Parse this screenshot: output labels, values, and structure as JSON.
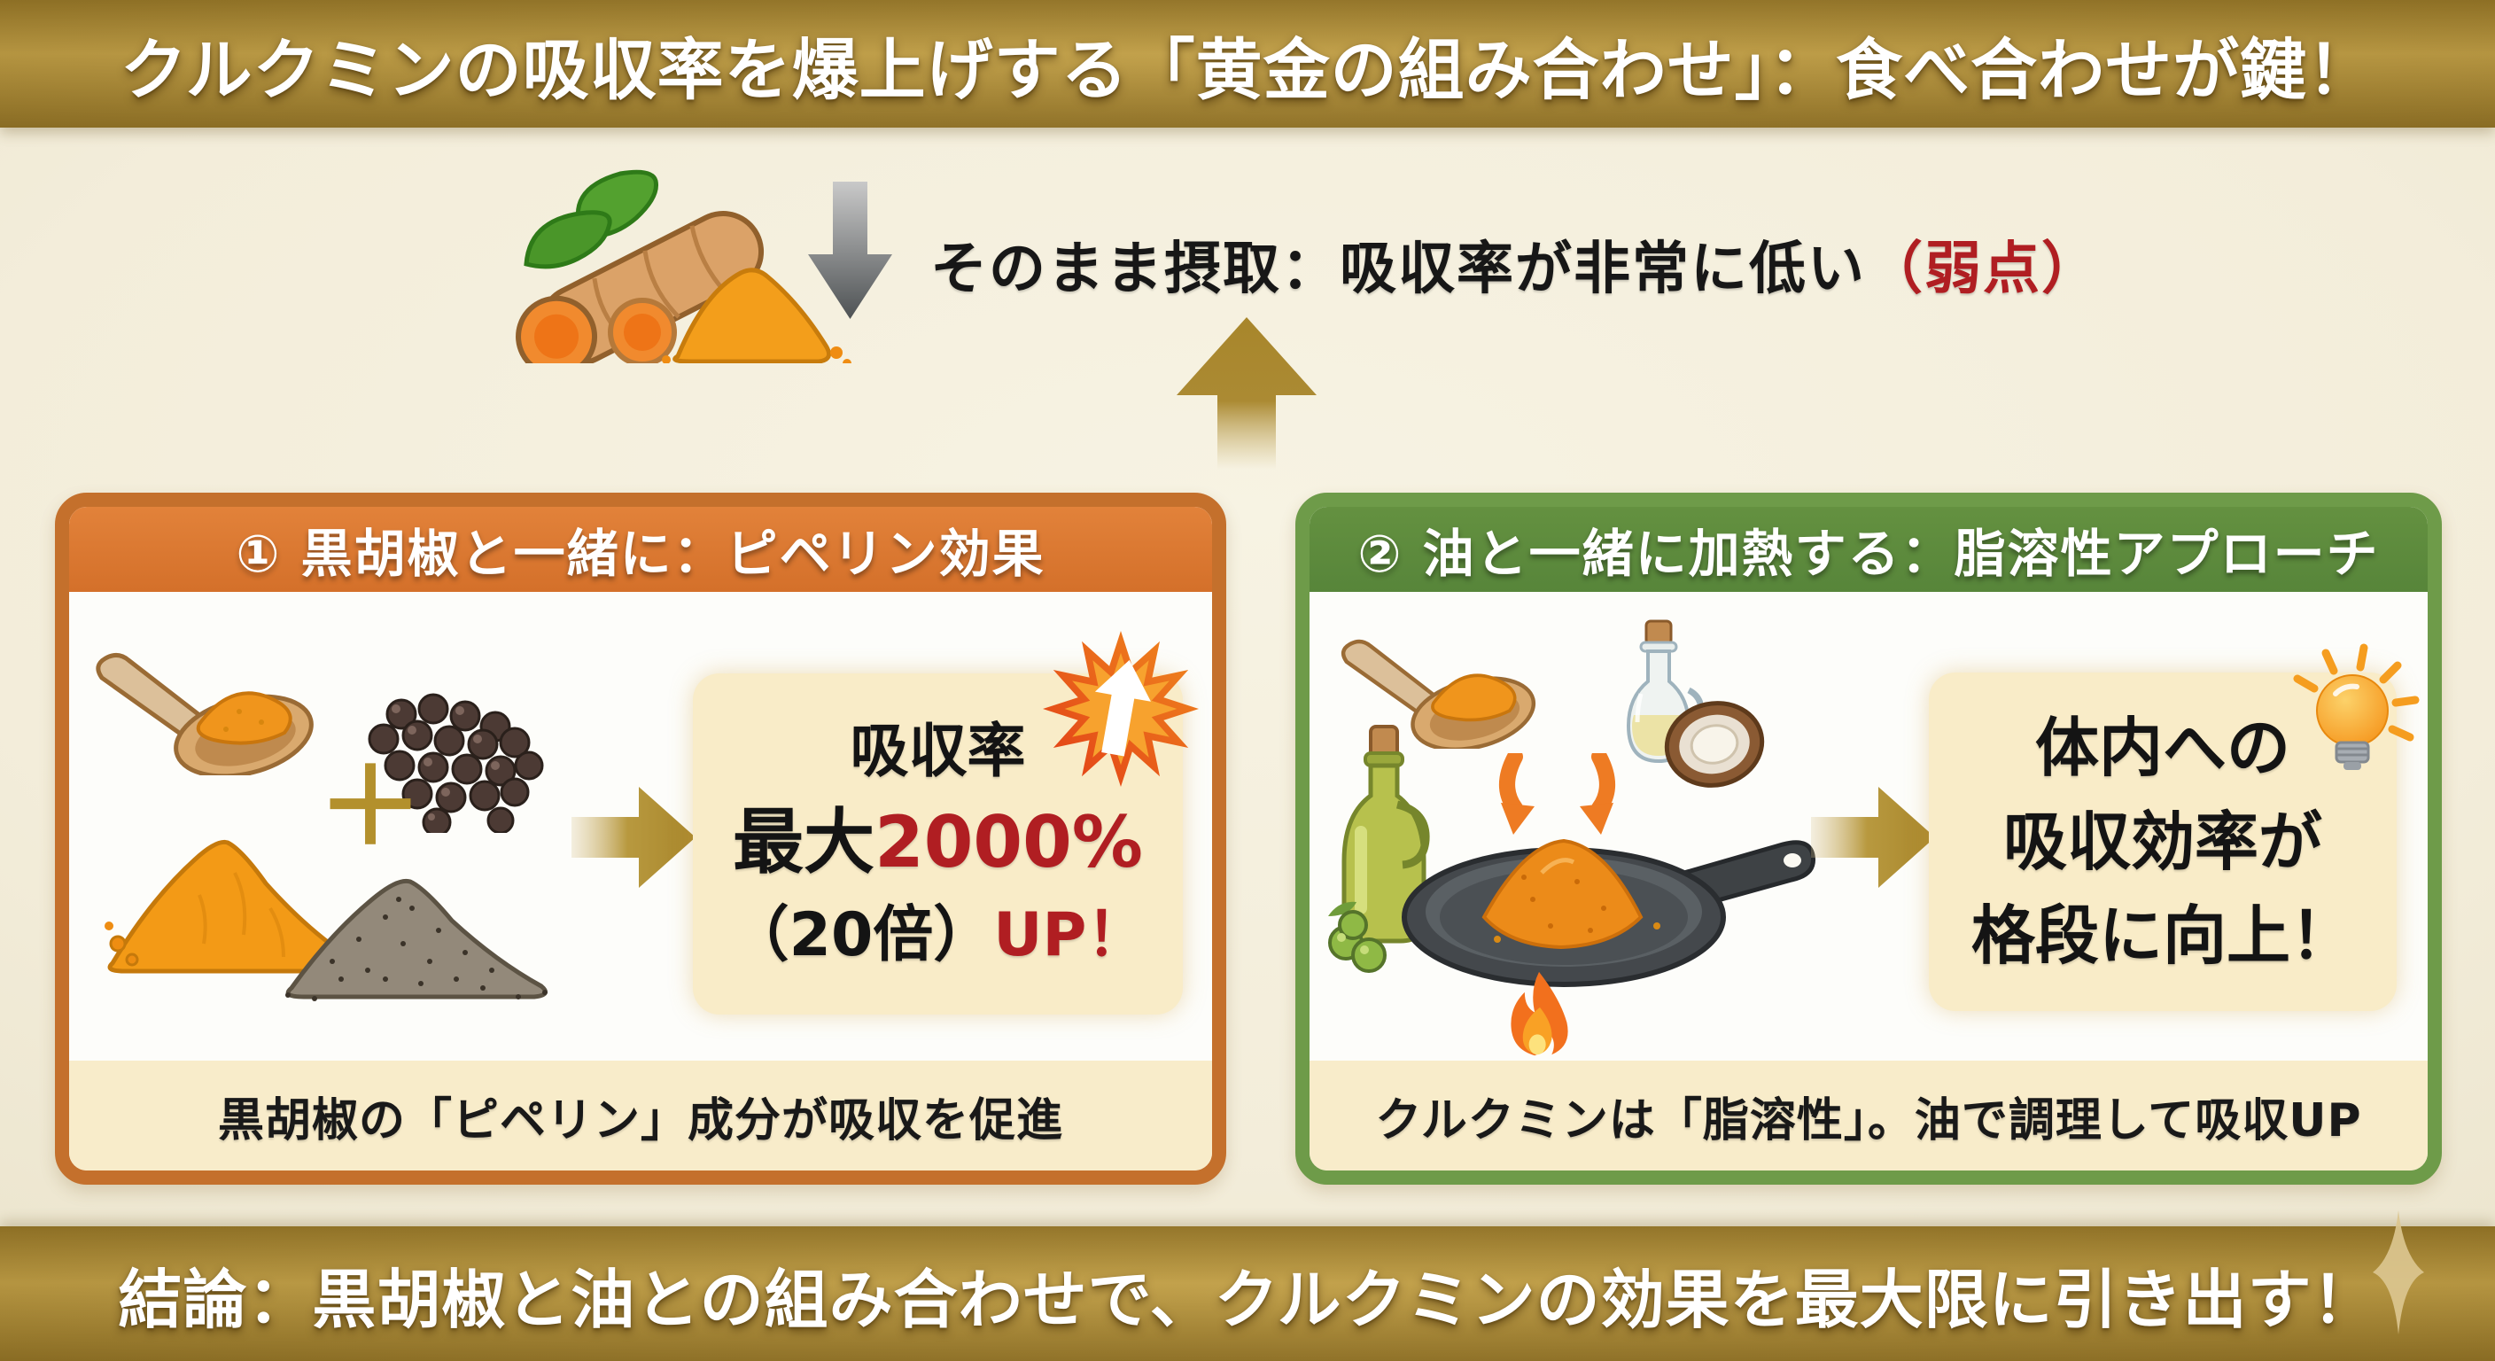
{
  "title": "クルクミンの吸収率を爆上げする「黄金の組み合わせ」：食べ合わせが鍵！",
  "intro": {
    "label": "そのまま摂取：吸収率が非常に低い",
    "weakness": "（弱点）"
  },
  "panels": {
    "pepper": {
      "header": "① 黒胡椒と一緒に：ピペリン効果",
      "plus": "＋",
      "result": {
        "line1": "吸収率",
        "line2_black": "最大",
        "line2_red": "2000%",
        "line3_black": "（20倍）",
        "line3_red": "UP！"
      },
      "caption": "黒胡椒の「ピペリン」成分が吸収を促進"
    },
    "oil": {
      "header": "② 油と一緒に加熱する：脂溶性アプローチ",
      "result": {
        "line1": "体内への",
        "line2": "吸収効率が",
        "line3": "格段に向上！"
      },
      "caption": "クルクミンは「脂溶性」。油で調理して吸収UP"
    }
  },
  "footer": {
    "conclusion": "結論：黒胡椒と油との組み合わせで、クルクミンの効果を最大限に引き出す！"
  },
  "colors": {
    "banner_gold": "#a8862e",
    "banner_gold_dark": "#7c5f1a",
    "pepper_accent": "#d8772e",
    "pepper_border": "#c4702c",
    "oil_accent": "#5d8b3e",
    "oil_border": "#6e9b49",
    "background_cream": "#f4efde",
    "card_cream": "#f9ecc8",
    "caption_cream": "#f8ecca",
    "highlight_red": "#b01e22",
    "text_black": "#1a1a1a",
    "text_white": "#ffffff",
    "arrow_gray": "#5a5e61",
    "arrow_gold": "#a8862b"
  },
  "icons": {
    "turmeric-illustration-icon": "turmeric root, leaves, slice and powder pile",
    "down-arrow-icon": "gray arrow pointing down",
    "up-arrow-icon": "gold arrow pointing up",
    "spoon-turmeric-icon": "wooden spoon of turmeric powder",
    "peppercorns-icon": "whole black peppercorns",
    "turmeric-pile-icon": "pile of turmeric powder",
    "pepper-pile-icon": "pile of ground black pepper",
    "plus-icon": "gold plus sign",
    "right-arrow-icon": "gold arrow pointing right",
    "burst-up-arrow-icon": "orange starburst with white rising arrow",
    "olive-oil-bottle-icon": "olive oil bottle with olives",
    "oil-cruet-icon": "glass oil cruet with cork",
    "coconut-icon": "halved coconut",
    "curved-down-arrow-icon": "orange curved arrow pointing into pan",
    "frying-pan-icon": "frying pan heating turmeric",
    "flame-icon": "flame under the pan",
    "lightbulb-icon": "glowing lightbulb",
    "sparkle-icon": "four-pointed sparkle"
  }
}
